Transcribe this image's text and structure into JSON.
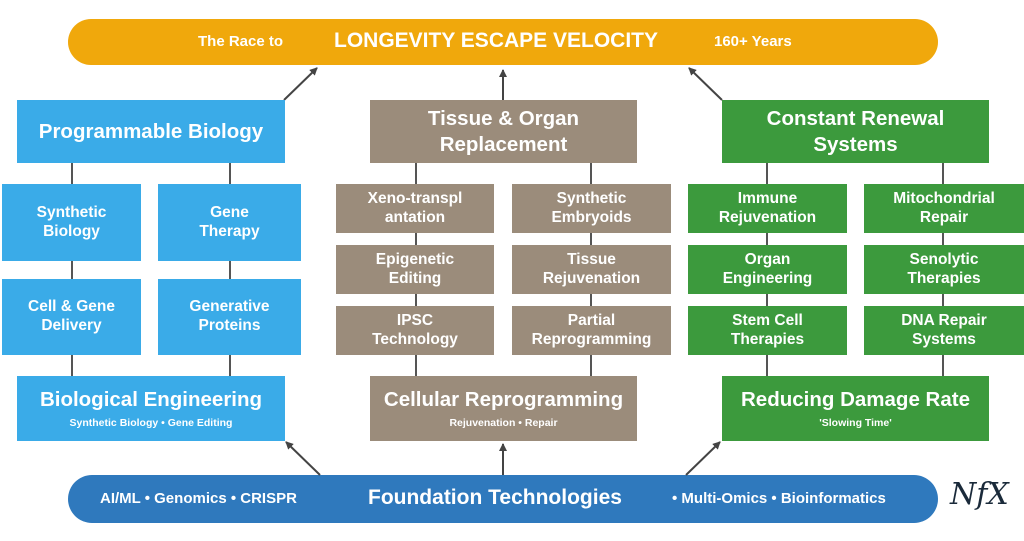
{
  "top_banner": {
    "prefix": "The Race to",
    "title": "LONGEVITY ESCAPE VELOCITY",
    "suffix": "160+ Years",
    "color": "#f0a80c"
  },
  "bottom_banner": {
    "left": "AI/ML • Genomics • CRISPR",
    "title": "Foundation Technologies",
    "right": "• Multi-Omics • Bioinformatics",
    "color": "#2f79bd"
  },
  "logo": "NfX",
  "columns": {
    "left": {
      "color": "#3aabe8",
      "header": "Programmable Biology",
      "items": [
        "Synthetic Biology",
        "Gene Therapy",
        "Cell & Gene Delivery",
        "Generative Proteins"
      ],
      "footer": {
        "title": "Biological Engineering",
        "subtitle": "Synthetic Biology • Gene Editing"
      }
    },
    "middle": {
      "color": "#9b8c7b",
      "header": "Tissue & Organ Replacement",
      "items": [
        "Xeno-transplantation",
        "Synthetic Embryoids",
        "Epigenetic Editing",
        "Tissue Rejuvenation",
        "IPSC Technology",
        "Partial Reprogramming"
      ],
      "footer": {
        "title": "Cellular Reprogramming",
        "subtitle": "Rejuvenation • Repair"
      }
    },
    "right": {
      "color": "#3c9a3d",
      "header": "Constant Renewal Systems",
      "items": [
        "Immune Rejuvenation",
        "Mitochondrial Repair",
        "Organ Engineering",
        "Senolytic Therapies",
        "Stem Cell Therapies",
        "DNA Repair Systems"
      ],
      "footer": {
        "title": "Reducing Damage Rate",
        "subtitle": "'Slowing Time'"
      }
    }
  }
}
